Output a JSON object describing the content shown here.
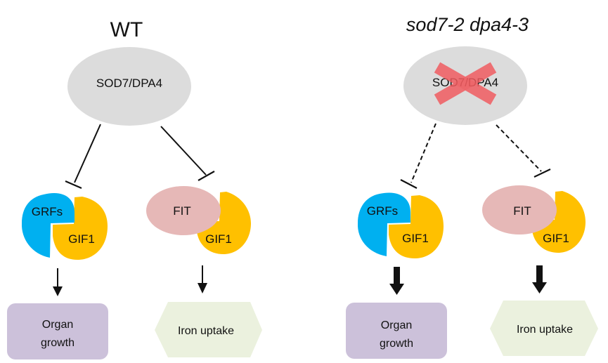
{
  "panels": [
    {
      "title": "WT",
      "title_italic": false,
      "regulator": "SOD7/DPA4",
      "regulator_knocked_out": false,
      "inhibition_style": "solid",
      "complexes": [
        {
          "partner": "GRFs",
          "cofactor": "GIF1",
          "output": "Organ growth",
          "output_lines": [
            "Organ",
            "growth"
          ],
          "output_shape": "rounded-rect"
        },
        {
          "partner": "FIT",
          "cofactor": "GIF1",
          "output": "Iron uptake",
          "output_lines": [
            "Iron uptake"
          ],
          "output_shape": "hexagon"
        }
      ],
      "arrow_strength": "normal"
    },
    {
      "title": "sod7-2 dpa4-3",
      "title_italic": true,
      "regulator": "SOD7/DPA4",
      "regulator_knocked_out": true,
      "inhibition_style": "dashed",
      "complexes": [
        {
          "partner": "GRFs",
          "cofactor": "GIF1",
          "output": "Organ growth",
          "output_lines": [
            "Organ",
            "growth"
          ],
          "output_shape": "rounded-rect"
        },
        {
          "partner": "FIT",
          "cofactor": "GIF1",
          "output": "Iron uptake",
          "output_lines": [
            "Iron uptake"
          ],
          "output_shape": "hexagon"
        }
      ],
      "arrow_strength": "enhanced"
    }
  ],
  "colors": {
    "regulator": "#dcdcdc",
    "knockout_cross": "#f05a5e",
    "grfs": "#00b0f0",
    "gif1": "#ffc000",
    "fit": "#e6b8b7",
    "organ_growth_box": "#ccc1da",
    "iron_uptake_box": "#ebf1de",
    "line": "#111111"
  }
}
